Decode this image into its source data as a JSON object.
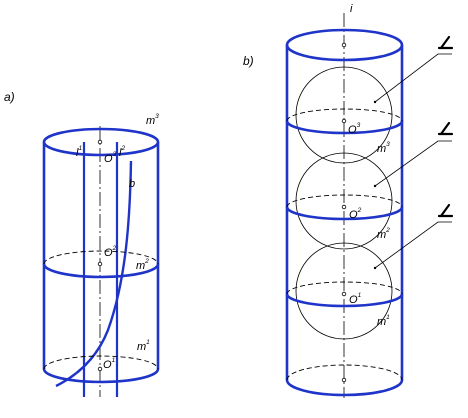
{
  "colors": {
    "edge": "#1f34c8",
    "thin": "#000000",
    "background": "#ffffff"
  },
  "left": {
    "caption": "a)",
    "center_labels": [
      "O",
      "O",
      "O"
    ],
    "center_sups": [
      "3",
      "2",
      "1"
    ],
    "generatrix_labels": [
      "l",
      "l"
    ],
    "generatrix_sups": [
      "1",
      "2"
    ],
    "curve_label": "b",
    "circle_labels": [
      "m",
      "m",
      "m"
    ],
    "circle_sups": [
      "3",
      "2",
      "1"
    ]
  },
  "right": {
    "caption": "b)",
    "axis_label": "i",
    "center_labels": [
      "O",
      "O",
      "O"
    ],
    "center_sups": [
      "3",
      "2",
      "1"
    ],
    "circle_labels": [
      "m",
      "m",
      "m"
    ],
    "circle_sups": [
      "3",
      "2",
      "1"
    ],
    "sphere_labels": [
      "",
      "",
      ""
    ],
    "sphere_sups": [
      "",
      "",
      ""
    ]
  }
}
